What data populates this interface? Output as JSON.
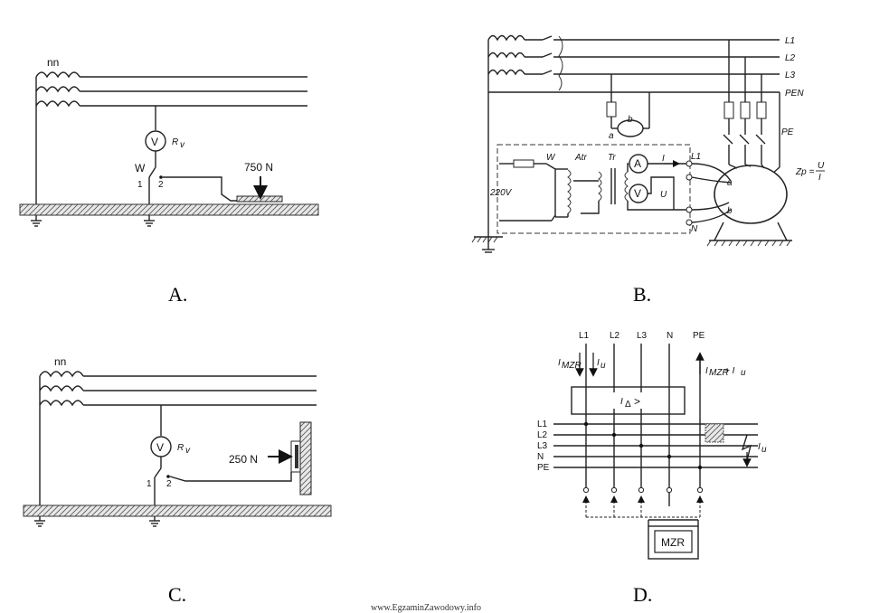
{
  "panels": {
    "a": {
      "label": "A.",
      "coil_label": "nn",
      "meter_symbol": "V",
      "resistor_label": "R",
      "resistor_sub": "v",
      "switch_label": "W",
      "pos1": "1",
      "pos2": "2",
      "force": "750 N"
    },
    "b": {
      "label": "B.",
      "lines": [
        "L1",
        "L2",
        "L3",
        "PEN"
      ],
      "pe": "PE",
      "voltage": "220V",
      "switch": "W",
      "atr": "Atr",
      "tr": "Tr",
      "ammeter": "A",
      "voltmeter": "V",
      "current": "I",
      "volt_u": "U",
      "out_l1": "L1",
      "out_n": "N",
      "term_a": "a",
      "term_b": "b",
      "socket_a": "a",
      "socket_b": "b",
      "zp_label": "Zp =",
      "zp_num": "U",
      "zp_den": "I"
    },
    "c": {
      "label": "C.",
      "coil_label": "nn",
      "meter_symbol": "V",
      "resistor_label": "R",
      "resistor_sub": "v",
      "pos1": "1",
      "pos2": "2",
      "force": "250 N"
    },
    "d": {
      "label": "D.",
      "top": [
        "L1",
        "L2",
        "L3",
        "N",
        "PE"
      ],
      "bus": [
        "L1",
        "L2",
        "L3",
        "N",
        "PE"
      ],
      "i_mzr": "I",
      "i_mzr_sub": "MZR",
      "i_u": "I",
      "i_u_sub": "u",
      "pe_current": "I",
      "pe_current_sub": "MZR",
      "pe_current_plus": "+ I",
      "pe_current_sub2": "u",
      "rcd_text": "I",
      "rcd_sub": "Δ",
      "rcd_gt": ">",
      "fault_i": "I",
      "fault_sub": "u",
      "mzr": "MZR"
    }
  },
  "footer": "www.EgzaminZawodowy.info"
}
